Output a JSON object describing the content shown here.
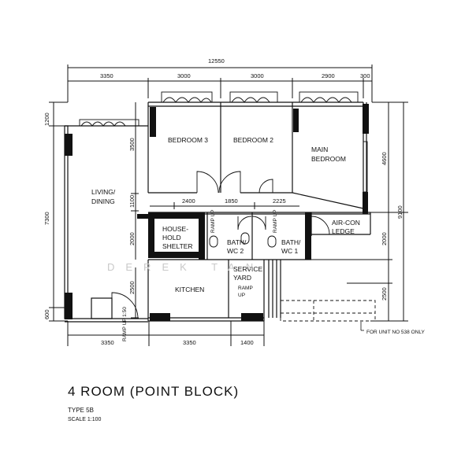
{
  "overall_dimension": "12550",
  "top_dimensions": [
    "3350",
    "3000",
    "3000",
    "2900",
    "300"
  ],
  "bottom_dimensions": [
    "3350",
    "3350",
    "1400"
  ],
  "left_dimensions": [
    "1200",
    "7300",
    "600"
  ],
  "right_dimensions": [
    "4600",
    "2000",
    "2500",
    "9100"
  ],
  "interior_dimensions": {
    "living_height": "3500",
    "corridor_height": "1100",
    "shelter_height": "2000",
    "kitchen_height": "2500",
    "corridor_left": "2400",
    "corridor_mid": "1850",
    "corridor_right": "2225"
  },
  "rooms": {
    "bedroom3": "BEDROOM  3",
    "bedroom2": "BEDROOM  2",
    "main_bedroom_line1": "MAIN",
    "main_bedroom_line2": "BEDROOM",
    "living_line1": "LIVING/",
    "living_line2": "DINING",
    "shelter_line1": "HOUSE-",
    "shelter_line2": "HOLD",
    "shelter_line3": "SHELTER",
    "bath2_line1": "BATH/",
    "bath2_line2": "WC  2",
    "bath1_line1": "BATH/",
    "bath1_line2": "WC  1",
    "aircon_line1": "AIR-CON",
    "aircon_line2": "LEDGE",
    "service_line1": "SERVICE",
    "service_line2": "YARD",
    "kitchen": "KITCHEN"
  },
  "ramp_labels": {
    "ramp_up": "RAMP UP",
    "ramp_word": "RAMP",
    "up_word": "UP",
    "ramp_entrance": "RAMP UP 1:50"
  },
  "note": "FOR UNIT NO 538 ONLY",
  "watermark": "DEREK TAN",
  "title": "4 ROOM  (POINT BLOCK)",
  "type_label": "TYPE  5B",
  "scale_label": "SCALE   1:100"
}
